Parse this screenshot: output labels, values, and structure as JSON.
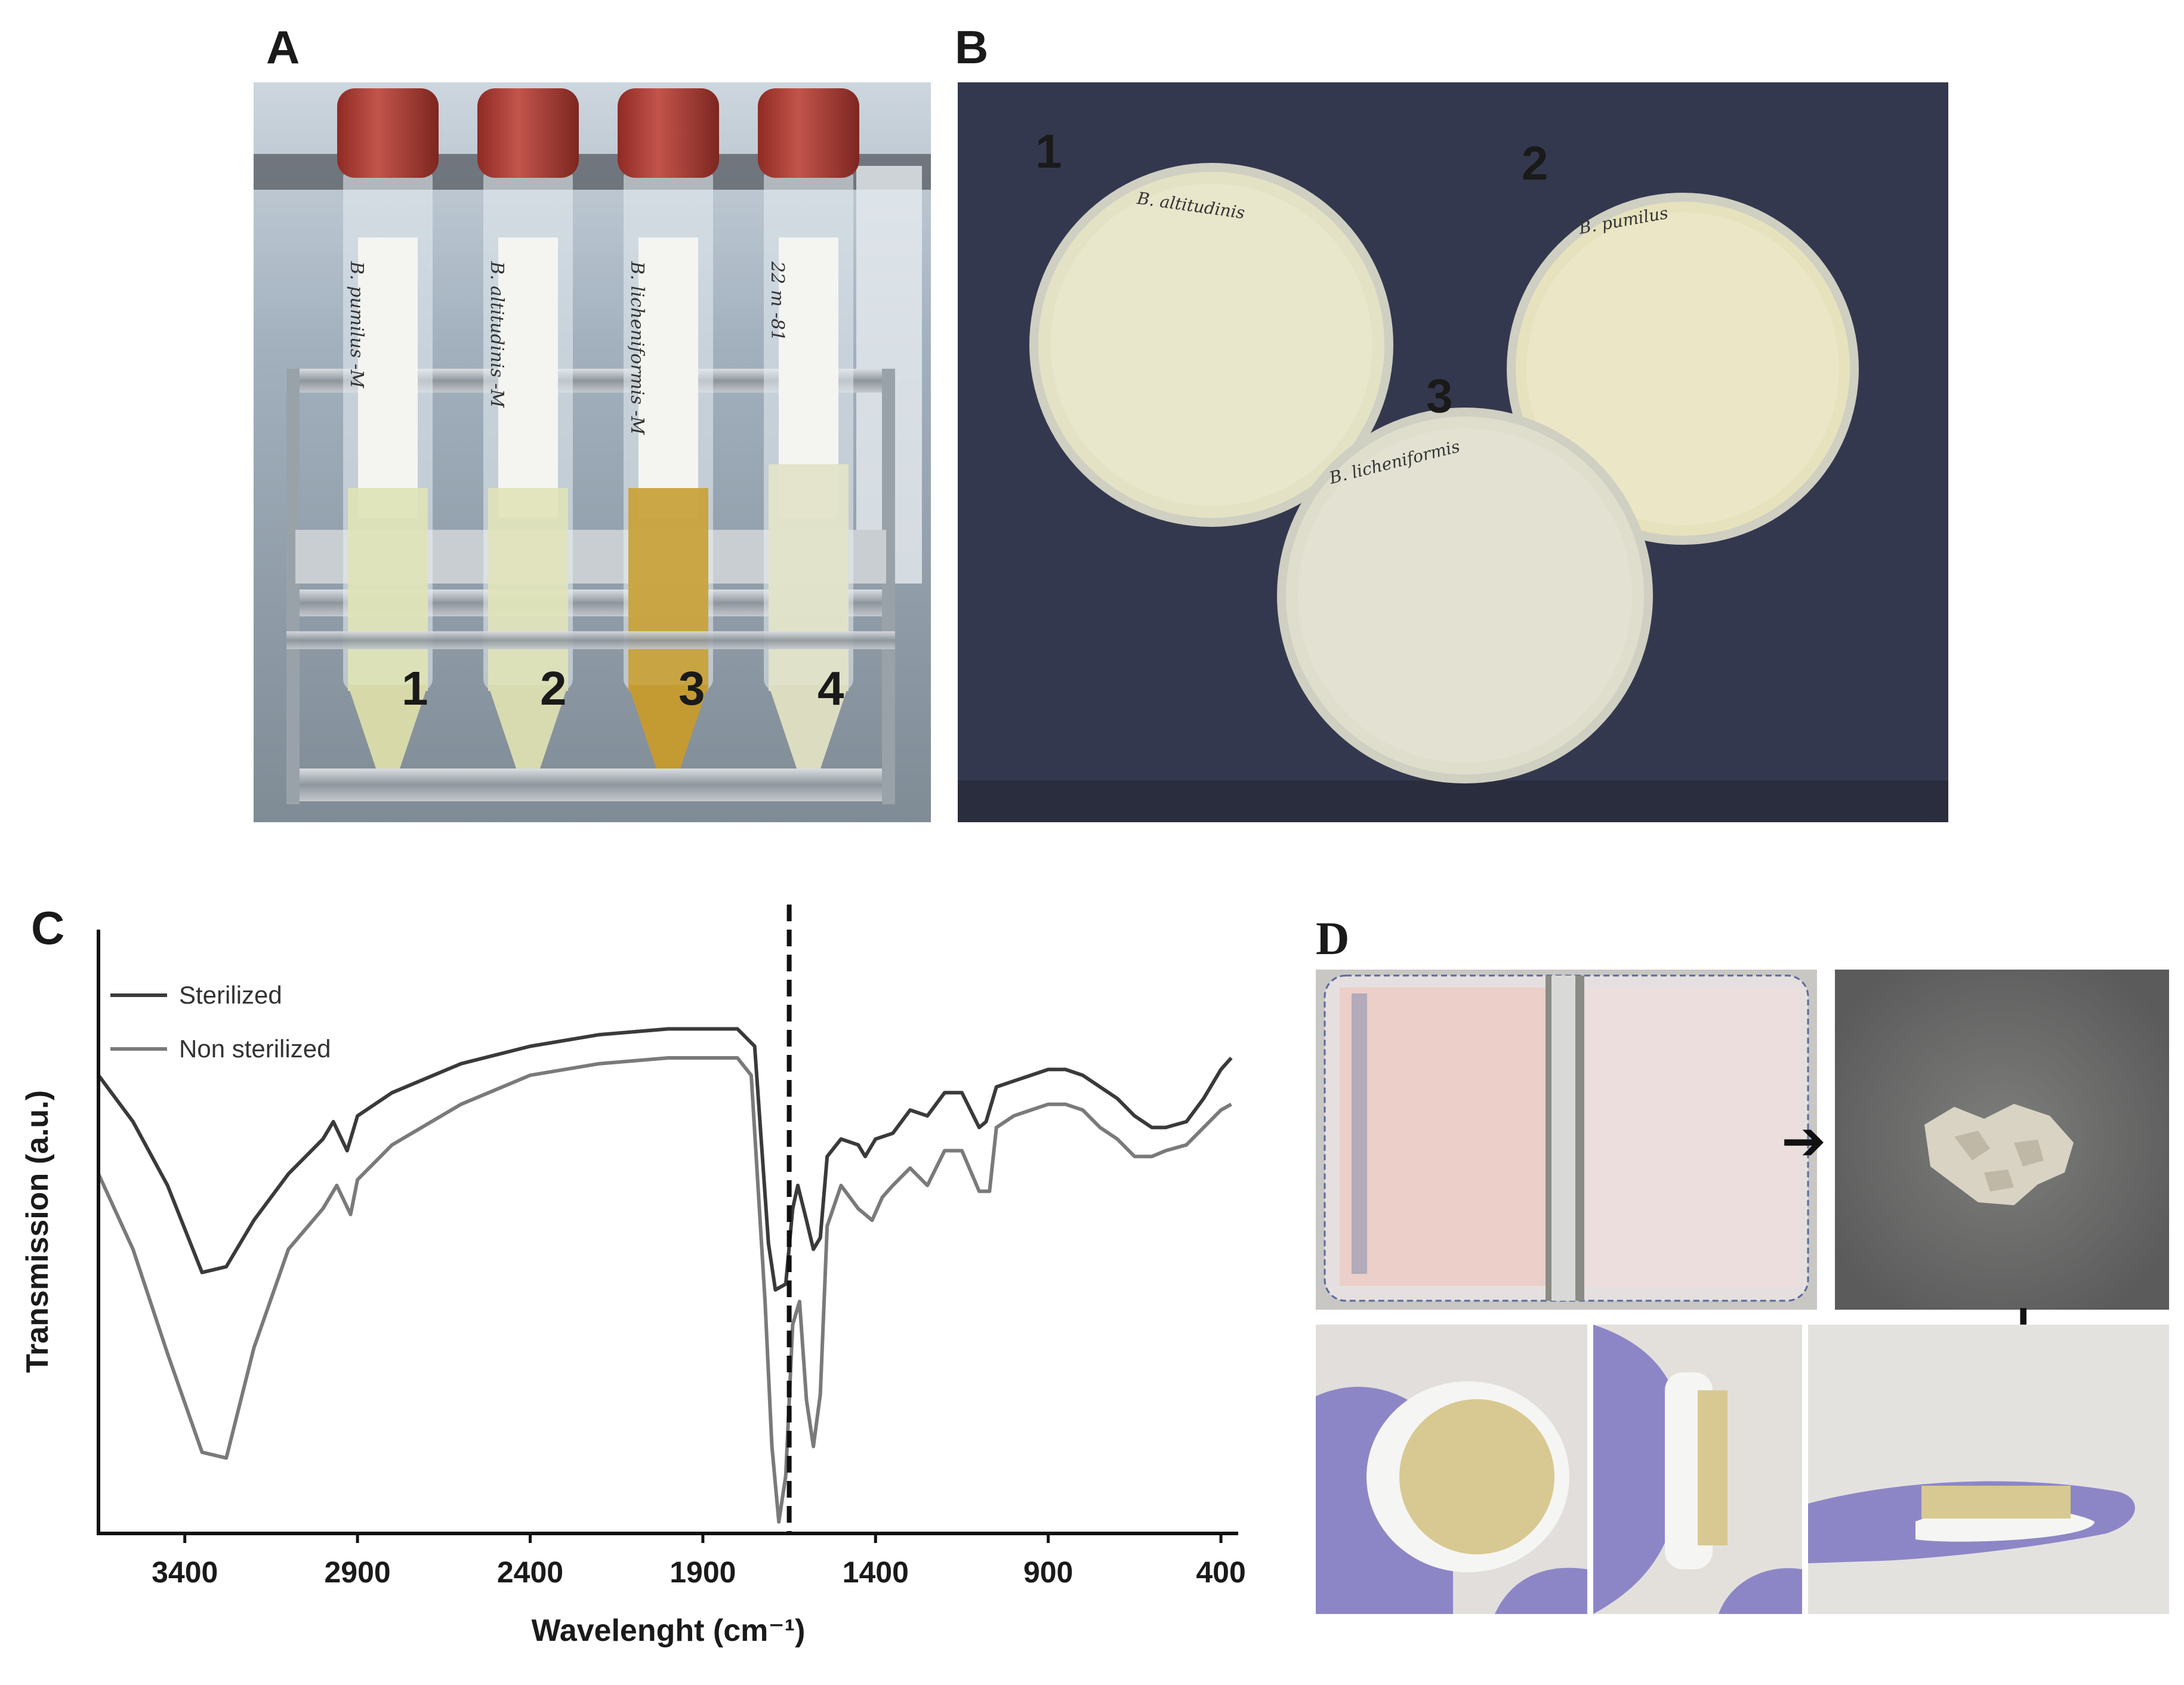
{
  "panels": {
    "a": {
      "letter": "A",
      "tube_numbers": [
        "1",
        "2",
        "3",
        "4"
      ],
      "tube_labels": [
        "B. pumilus -M",
        "B. altitudinis -M",
        "B. licheniformis -M",
        "22 m -81"
      ]
    },
    "b": {
      "letter": "B",
      "plate_numbers": [
        "1",
        "2",
        "3"
      ],
      "plate_labels": [
        "B. altitudinis",
        "B. pumilus",
        "B. licheniformis"
      ]
    },
    "c": {
      "letter": "C"
    },
    "d": {
      "letter": "D"
    }
  },
  "colors": {
    "cap_red": "#b3423a",
    "board_navy": "#34384e",
    "agar": "#e4e2c4",
    "glove_purple": "#8d86c6",
    "sample_beige": "#d8c992",
    "sterilized_line": "#3a3a3a",
    "non_sterilized_line": "#7a7a7a"
  },
  "chart_data": {
    "type": "line",
    "title": "",
    "xlabel": "Wavelenght (cm⁻¹)",
    "ylabel": "Transmission (a.u.)",
    "xlim": [
      3650,
      350
    ],
    "x_reversed": true,
    "x_ticks": [
      "3400",
      "2900",
      "2400",
      "1900",
      "1400",
      "900",
      "400"
    ],
    "x_tick_values": [
      3400,
      2900,
      2400,
      1900,
      1400,
      900,
      400
    ],
    "ylim": [
      0,
      1
    ],
    "reference_line_x": 1650,
    "legend_position": "top-left",
    "series": [
      {
        "name": "Sterilized",
        "color": "#3a3a3a",
        "points": [
          [
            3650,
            0.79
          ],
          [
            3550,
            0.71
          ],
          [
            3450,
            0.6
          ],
          [
            3350,
            0.45
          ],
          [
            3280,
            0.46
          ],
          [
            3200,
            0.54
          ],
          [
            3100,
            0.62
          ],
          [
            3000,
            0.68
          ],
          [
            2970,
            0.71
          ],
          [
            2930,
            0.66
          ],
          [
            2900,
            0.72
          ],
          [
            2800,
            0.76
          ],
          [
            2600,
            0.81
          ],
          [
            2400,
            0.84
          ],
          [
            2200,
            0.86
          ],
          [
            2000,
            0.87
          ],
          [
            1800,
            0.87
          ],
          [
            1750,
            0.84
          ],
          [
            1710,
            0.5
          ],
          [
            1690,
            0.42
          ],
          [
            1660,
            0.43
          ],
          [
            1640,
            0.56
          ],
          [
            1625,
            0.6
          ],
          [
            1600,
            0.54
          ],
          [
            1580,
            0.49
          ],
          [
            1560,
            0.51
          ],
          [
            1540,
            0.65
          ],
          [
            1500,
            0.68
          ],
          [
            1450,
            0.67
          ],
          [
            1430,
            0.65
          ],
          [
            1400,
            0.68
          ],
          [
            1350,
            0.69
          ],
          [
            1300,
            0.73
          ],
          [
            1250,
            0.72
          ],
          [
            1200,
            0.76
          ],
          [
            1150,
            0.76
          ],
          [
            1100,
            0.7
          ],
          [
            1080,
            0.71
          ],
          [
            1050,
            0.77
          ],
          [
            1000,
            0.78
          ],
          [
            950,
            0.79
          ],
          [
            900,
            0.8
          ],
          [
            850,
            0.8
          ],
          [
            800,
            0.79
          ],
          [
            750,
            0.77
          ],
          [
            700,
            0.75
          ],
          [
            650,
            0.72
          ],
          [
            600,
            0.7
          ],
          [
            560,
            0.7
          ],
          [
            500,
            0.71
          ],
          [
            450,
            0.75
          ],
          [
            400,
            0.8
          ],
          [
            370,
            0.82
          ]
        ]
      },
      {
        "name": "Non sterilized",
        "color": "#7a7a7a",
        "points": [
          [
            3650,
            0.62
          ],
          [
            3550,
            0.49
          ],
          [
            3450,
            0.31
          ],
          [
            3350,
            0.14
          ],
          [
            3280,
            0.13
          ],
          [
            3200,
            0.32
          ],
          [
            3100,
            0.49
          ],
          [
            3000,
            0.56
          ],
          [
            2960,
            0.6
          ],
          [
            2920,
            0.55
          ],
          [
            2900,
            0.61
          ],
          [
            2800,
            0.67
          ],
          [
            2600,
            0.74
          ],
          [
            2400,
            0.79
          ],
          [
            2200,
            0.81
          ],
          [
            2000,
            0.82
          ],
          [
            1800,
            0.82
          ],
          [
            1760,
            0.79
          ],
          [
            1720,
            0.4
          ],
          [
            1700,
            0.15
          ],
          [
            1680,
            0.02
          ],
          [
            1660,
            0.1
          ],
          [
            1640,
            0.36
          ],
          [
            1620,
            0.4
          ],
          [
            1600,
            0.23
          ],
          [
            1580,
            0.15
          ],
          [
            1560,
            0.24
          ],
          [
            1540,
            0.53
          ],
          [
            1500,
            0.6
          ],
          [
            1450,
            0.56
          ],
          [
            1410,
            0.54
          ],
          [
            1380,
            0.58
          ],
          [
            1350,
            0.6
          ],
          [
            1300,
            0.63
          ],
          [
            1250,
            0.6
          ],
          [
            1200,
            0.66
          ],
          [
            1150,
            0.66
          ],
          [
            1100,
            0.59
          ],
          [
            1070,
            0.59
          ],
          [
            1050,
            0.7
          ],
          [
            1000,
            0.72
          ],
          [
            950,
            0.73
          ],
          [
            900,
            0.74
          ],
          [
            850,
            0.74
          ],
          [
            800,
            0.73
          ],
          [
            750,
            0.7
          ],
          [
            700,
            0.68
          ],
          [
            650,
            0.65
          ],
          [
            600,
            0.65
          ],
          [
            560,
            0.66
          ],
          [
            500,
            0.67
          ],
          [
            450,
            0.7
          ],
          [
            400,
            0.73
          ],
          [
            370,
            0.74
          ]
        ]
      }
    ]
  }
}
